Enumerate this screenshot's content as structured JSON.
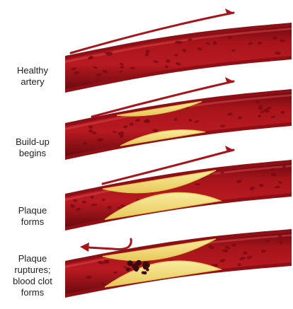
{
  "stages": [
    {
      "label_lines": [
        "Healthy",
        "artery"
      ]
    },
    {
      "label_lines": [
        "Build-up",
        "begins"
      ]
    },
    {
      "label_lines": [
        "Plaque",
        "forms"
      ]
    },
    {
      "label_lines": [
        "Plaque",
        "ruptures;",
        "blood clot",
        "forms"
      ]
    }
  ],
  "colors": {
    "artery_wall": "#8e1016",
    "artery_inner": "#b3161d",
    "artery_highlight": "#d8434a",
    "blood_cell": "#7a0a10",
    "plaque_fill": "#f3e08a",
    "plaque_edge": "#e7c451",
    "arrow": "#a8141b",
    "clot": "#3a0a0c"
  },
  "icons": [
    "flow-arrow-icon",
    "reverse-flow-arrow-icon"
  ]
}
